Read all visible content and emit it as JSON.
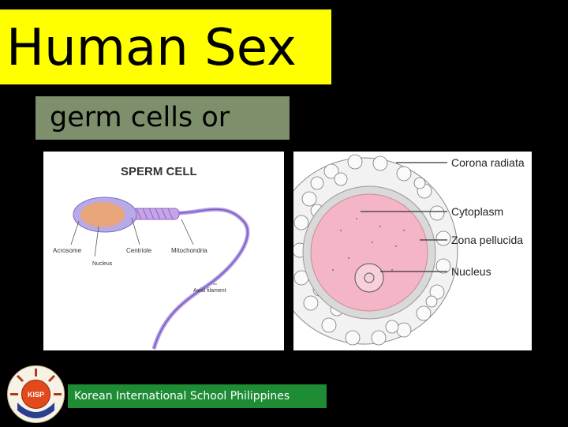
{
  "slide": {
    "title": "Human Sex",
    "subtitle": "germ cells or",
    "footer": "Korean International School Philippines"
  },
  "sperm_diagram": {
    "heading": "SPERM CELL",
    "labels": {
      "acrosome": "Acrosome",
      "nucleus": "Nucleus",
      "centriole": "Centriole",
      "mitochondria": "Mitochondria",
      "axial": "Axial filament"
    }
  },
  "egg_diagram": {
    "labels": {
      "corona": "Corona radiata",
      "cytoplasm": "Cytoplasm",
      "zona": "Zona pellucida",
      "nucleus": "Nucleus"
    }
  },
  "logo": {
    "text": "KISP",
    "icon": "school-logo-icon"
  },
  "colors": {
    "title_bg": "#ffff00",
    "subtitle_bg": "#7d8f6b",
    "footer_bg": "#1e8c35",
    "egg_cytoplasm": "#f4b6c6",
    "sperm_tail": "#9b7fd6"
  }
}
